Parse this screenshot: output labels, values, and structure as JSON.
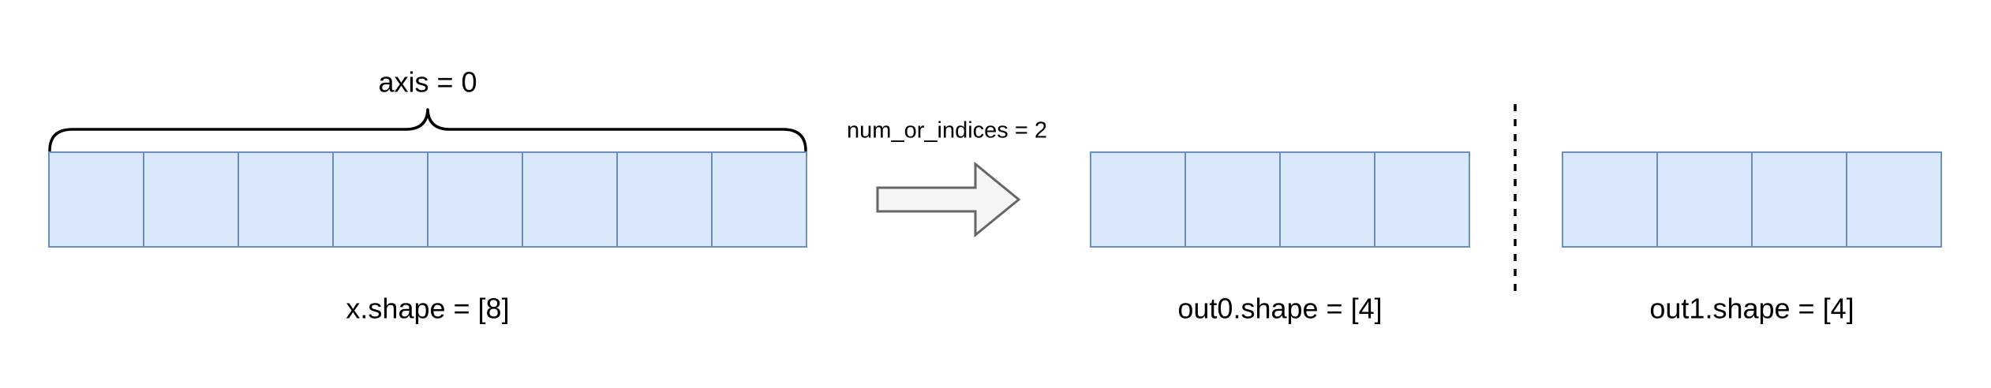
{
  "labels": {
    "axis": "axis = 0",
    "num_or_indices": "num_or_indices = 2",
    "input_shape": "x.shape = [8]",
    "out0_shape": "out0.shape = [4]",
    "out1_shape": "out1.shape = [4]"
  },
  "arrays": {
    "input": {
      "cells": 8
    },
    "out0": {
      "cells": 4
    },
    "out1": {
      "cells": 4
    }
  },
  "icons": {
    "arrow": "right-arrow-icon",
    "brace": "curly-brace-span",
    "divider": "dashed-divider-line"
  },
  "colors": {
    "cell_fill": "#dae8fc",
    "cell_stroke": "#6c8ebf",
    "arrow_fill": "#f5f5f5",
    "arrow_stroke": "#666666",
    "line_color": "#000000",
    "text_color": "#000000"
  }
}
